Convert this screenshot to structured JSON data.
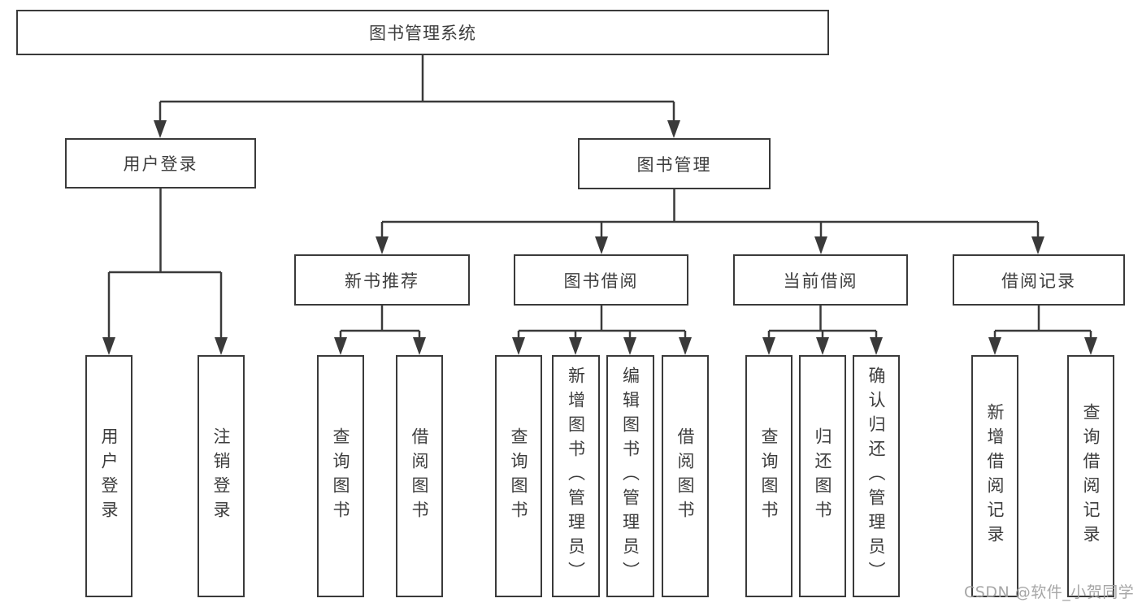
{
  "diagram": {
    "root": {
      "label": "图书管理系统"
    },
    "branches": [
      {
        "label": "用户登录",
        "children": [
          {
            "label": "用户登录"
          },
          {
            "label": "注销登录"
          }
        ]
      },
      {
        "label": "图书管理",
        "children": [
          {
            "label": "新书推荐",
            "children": [
              {
                "label": "查询图书"
              },
              {
                "label": "借阅图书"
              }
            ]
          },
          {
            "label": "图书借阅",
            "children": [
              {
                "label": "查询图书"
              },
              {
                "label": "新增图书（管理员）"
              },
              {
                "label": "编辑图书（管理员）"
              },
              {
                "label": "借阅图书"
              }
            ]
          },
          {
            "label": "当前借阅",
            "children": [
              {
                "label": "查询图书"
              },
              {
                "label": "归还图书"
              },
              {
                "label": "确认归还（管理员）"
              }
            ]
          },
          {
            "label": "借阅记录",
            "children": [
              {
                "label": "新增借阅记录"
              },
              {
                "label": "查询借阅记录"
              }
            ]
          }
        ]
      }
    ]
  },
  "watermark": {
    "text": "CSDN @软件_小贺同学"
  },
  "colors": {
    "line": "#3a3a3a",
    "box_border": "#3a3a3a",
    "text": "#3d3d3d",
    "watermark": "#9e9e9e",
    "background": "#ffffff"
  }
}
